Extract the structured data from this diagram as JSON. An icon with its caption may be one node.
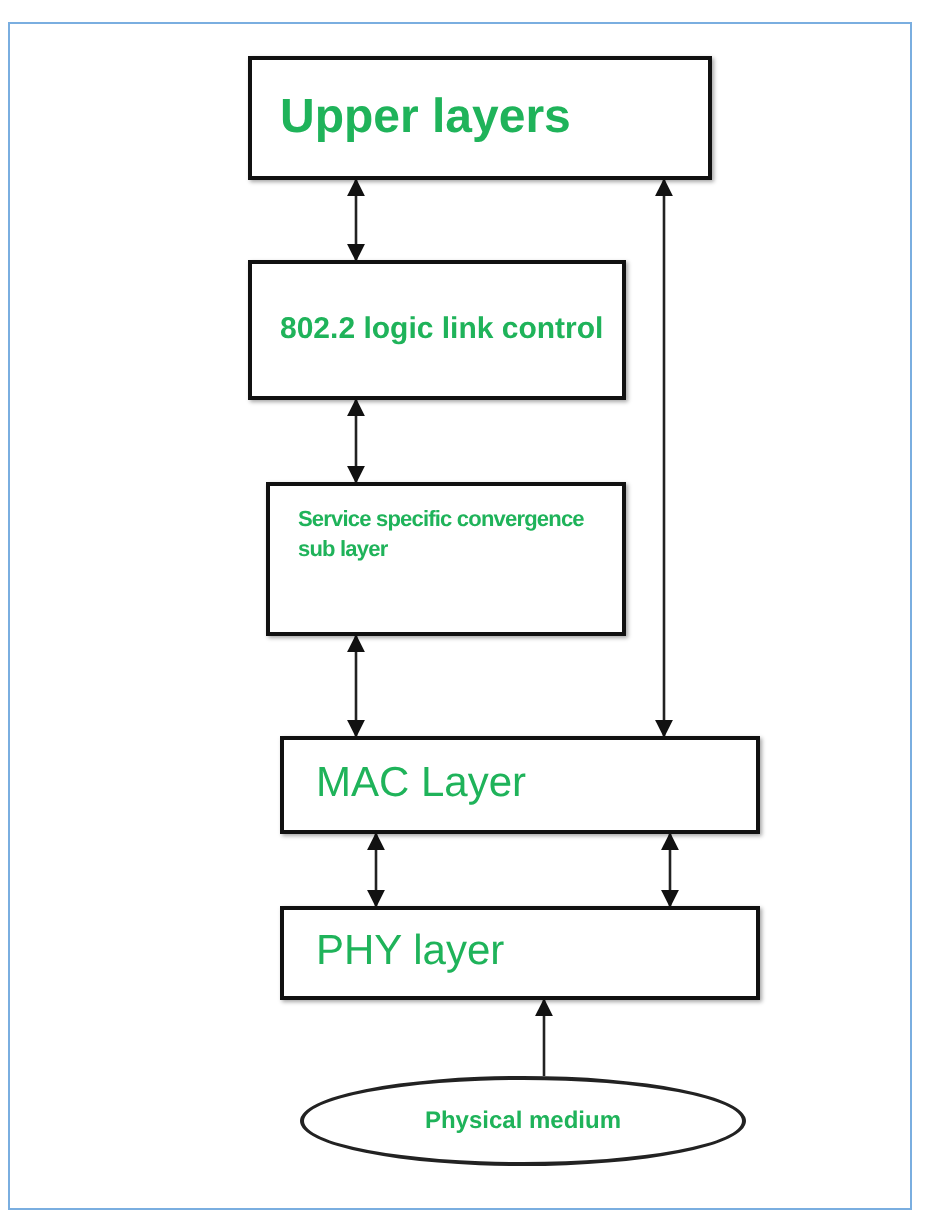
{
  "diagram": {
    "nodes": [
      {
        "text": [
          "Upper layers"
        ]
      },
      {
        "text": [
          "802.2 logic link control"
        ]
      },
      {
        "text": [
          "Service specific convergence sub layer"
        ]
      },
      {
        "text": [
          "MAC Layer"
        ]
      },
      {
        "text": [
          "PHY layer"
        ]
      },
      {
        "text": [
          "Physical medium"
        ]
      }
    ],
    "edges": [
      {
        "from": 0,
        "to": 1,
        "arrow": "both"
      },
      {
        "from": 1,
        "to": 2,
        "arrow": "both"
      },
      {
        "from": 2,
        "to": 3,
        "arrow": "both"
      },
      {
        "from": 0,
        "to": 3,
        "arrow": "both"
      },
      {
        "from": 3,
        "to": 4,
        "arrow": "both"
      },
      {
        "from": 3,
        "to": 4,
        "arrow": "both"
      },
      {
        "from": 5,
        "to": 4,
        "arrow": "to"
      }
    ]
  }
}
